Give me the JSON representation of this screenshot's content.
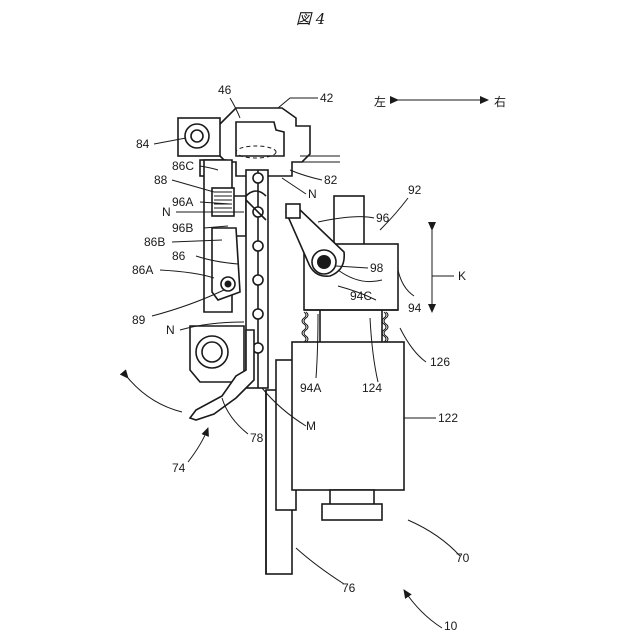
{
  "figure": {
    "title": "図 4"
  },
  "direction": {
    "left": "左",
    "right": "右"
  },
  "labels": {
    "l46": "46",
    "l42": "42",
    "l84": "84",
    "l86C": "86C",
    "l88": "88",
    "l82": "82",
    "N1": "N",
    "l96A": "96A",
    "N2": "N",
    "l96": "96",
    "l92": "92",
    "l96B": "96B",
    "l86B": "86B",
    "l86": "86",
    "l98": "98",
    "K": "K",
    "l86A": "86A",
    "l94C": "94C",
    "l94": "94",
    "l89": "89",
    "N3": "N",
    "l126": "126",
    "l94A": "94A",
    "l124": "124",
    "l78": "78",
    "M": "M",
    "l122": "122",
    "l74": "74",
    "l70": "70",
    "l76": "76",
    "l10": "10"
  }
}
